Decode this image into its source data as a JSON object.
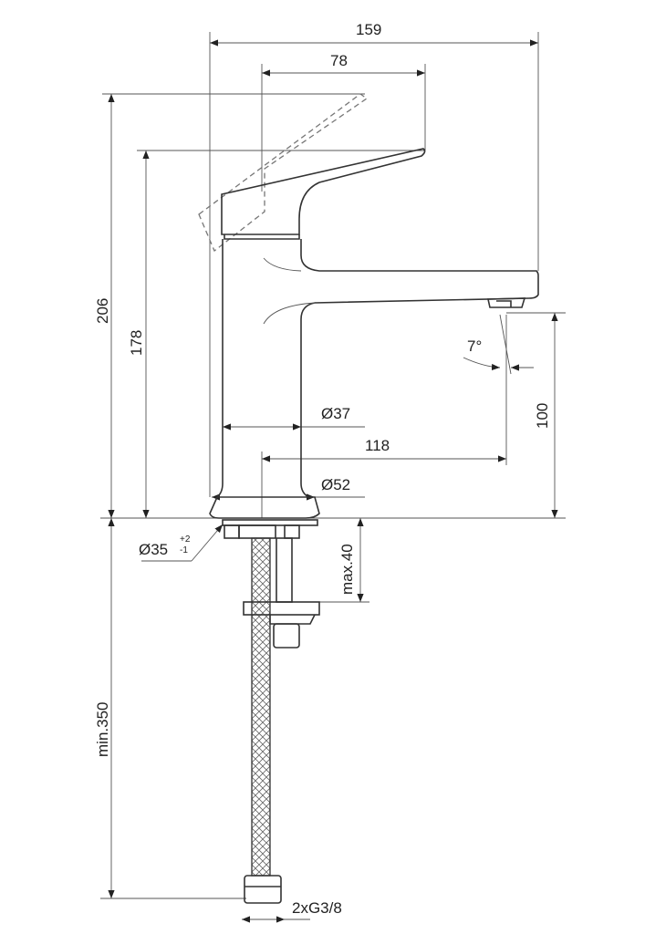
{
  "dimensions": {
    "total_width": "159",
    "handle_reach": "78",
    "total_height_lever_up": "206",
    "total_height": "178",
    "spout_angle": "7°",
    "spout_height": "100",
    "body_diameter": "Ø37",
    "spout_reach": "118",
    "base_diameter": "Ø52",
    "hole_diameter": "Ø35",
    "hole_tol_plus": "+2",
    "hole_tol_minus": "-1",
    "max_deck_thickness": "max.40",
    "min_hose_length": "min.350",
    "connection": "2xG3/8"
  }
}
